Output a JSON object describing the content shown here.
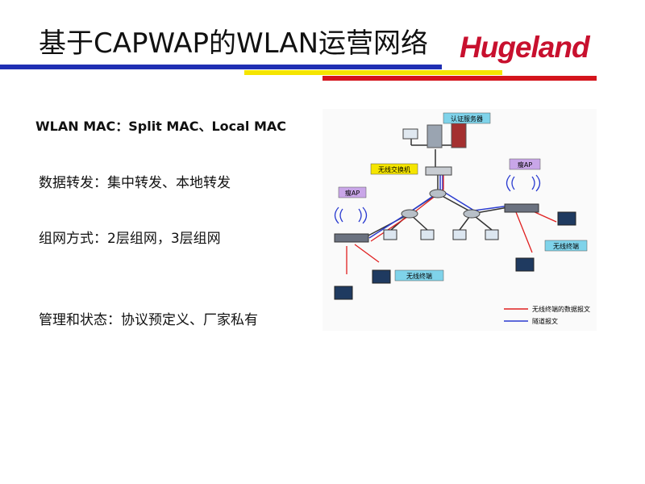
{
  "slide": {
    "title": "基于CAPWAP的WLAN运营网络",
    "logo_text": "Hugeland",
    "bullets": [
      "WLAN MAC：Split MAC、Local MAC",
      "数据转发：集中转发、本地转发",
      "组网方式：2层组网，3层组网",
      "管理和状态：协议预定义、厂家私有"
    ]
  },
  "diagram": {
    "auth_server_label": "认证服务器",
    "switch_label": "无线交换机",
    "ap_left_label": "瘦AP",
    "ap_right_label": "瘦AP",
    "terminal_left_label": "无线终端",
    "terminal_right_label": "无线终端",
    "legend": [
      {
        "label": "无线终端的数据报文",
        "color": "#e02020"
      },
      {
        "label": "隧道报文",
        "color": "#2a3bd0"
      }
    ]
  },
  "colors": {
    "bar_blue": "#1f2fb3",
    "bar_yellow": "#f5e500",
    "bar_red": "#d4141c",
    "logo_red": "#c8102e",
    "label_fill": "#7fd3ea",
    "ap_label_fill": "#c9a6e8"
  }
}
